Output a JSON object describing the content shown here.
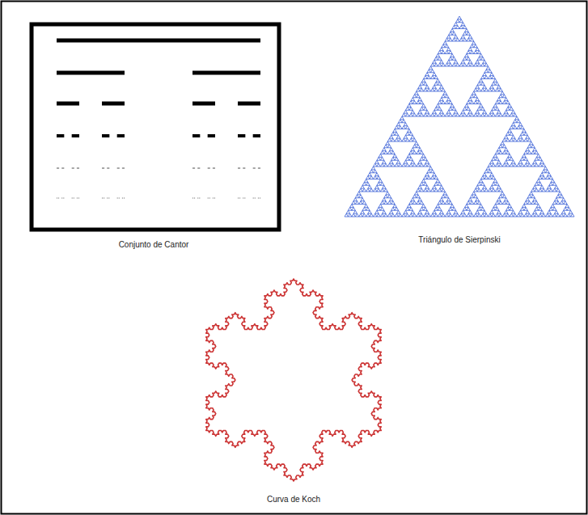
{
  "diagram": {
    "labels": [
      "Conjunto de Cantor",
      "Triángulo de Sierpinski",
      "Curva de Koch"
    ]
  }
}
